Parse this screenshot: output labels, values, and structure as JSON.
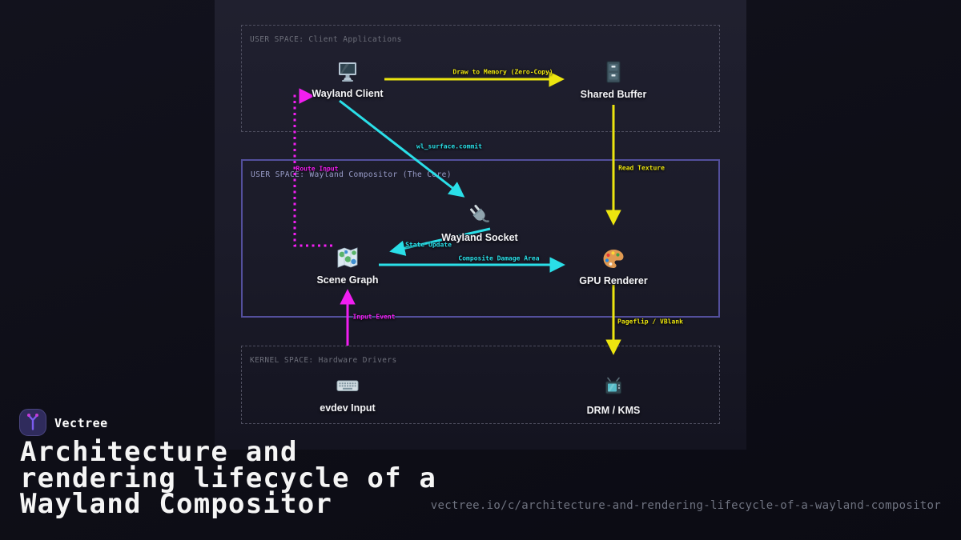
{
  "brand": {
    "name": "Vectree"
  },
  "title": {
    "line1": "Architecture and",
    "line2": "rendering lifecycle of a",
    "line3": "Wayland Compositor"
  },
  "footer_url": "vectree.io/c/architecture-and-rendering-lifecycle-of-a-wayland-compositor",
  "colors": {
    "accent_yellow": "#ece50f",
    "accent_cyan": "#2adfe8",
    "accent_magenta": "#f11ef1",
    "compositor_border": "#534f9c",
    "panel_bg": "#1b1b29",
    "page_bg": "#0e0e17"
  },
  "diagram": {
    "sections": [
      {
        "id": "client",
        "label": "USER SPACE: Client Applications"
      },
      {
        "id": "compositor",
        "label": "USER SPACE: Wayland Compositor (The Core)"
      },
      {
        "id": "kernel",
        "label": "KERNEL SPACE: Hardware Drivers"
      }
    ],
    "nodes": [
      {
        "id": "wayland-client",
        "label": "Wayland Client",
        "icon": "desktop-computer-icon"
      },
      {
        "id": "shared-buffer",
        "label": "Shared Buffer",
        "icon": "file-cabinet-icon"
      },
      {
        "id": "wayland-socket",
        "label": "Wayland Socket",
        "icon": "electric-plug-icon"
      },
      {
        "id": "scene-graph",
        "label": "Scene Graph",
        "icon": "world-map-icon"
      },
      {
        "id": "gpu-renderer",
        "label": "GPU Renderer",
        "icon": "artist-palette-icon"
      },
      {
        "id": "evdev-input",
        "label": "evdev Input",
        "icon": "keyboard-icon"
      },
      {
        "id": "drm-kms",
        "label": "DRM / KMS",
        "icon": "television-icon"
      }
    ],
    "edges": [
      {
        "id": "draw-to-memory",
        "label": "Draw to Memory (Zero-Copy)",
        "color": "yellow",
        "style": "solid",
        "from": "wayland-client",
        "to": "shared-buffer"
      },
      {
        "id": "wl-surface-commit",
        "label": "wl_surface.commit",
        "color": "cyan",
        "style": "solid",
        "from": "wayland-client",
        "to": "wayland-socket"
      },
      {
        "id": "read-texture",
        "label": "Read Texture",
        "color": "yellow",
        "style": "solid",
        "from": "shared-buffer",
        "to": "gpu-renderer"
      },
      {
        "id": "route-input",
        "label": "Route Input",
        "color": "magenta",
        "style": "dotted",
        "from": "scene-graph",
        "to": "wayland-client"
      },
      {
        "id": "state-update",
        "label": "State Update",
        "color": "cyan",
        "style": "solid",
        "from": "wayland-socket",
        "to": "scene-graph"
      },
      {
        "id": "composite-damage-area",
        "label": "Composite Damage Area",
        "color": "cyan",
        "style": "solid",
        "from": "scene-graph",
        "to": "gpu-renderer"
      },
      {
        "id": "input-event",
        "label": "Input Event",
        "color": "magenta",
        "style": "solid",
        "from": "evdev-input",
        "to": "scene-graph"
      },
      {
        "id": "pageflip-vblank",
        "label": "Pageflip / VBlank",
        "color": "yellow",
        "style": "solid",
        "from": "gpu-renderer",
        "to": "drm-kms"
      }
    ]
  }
}
